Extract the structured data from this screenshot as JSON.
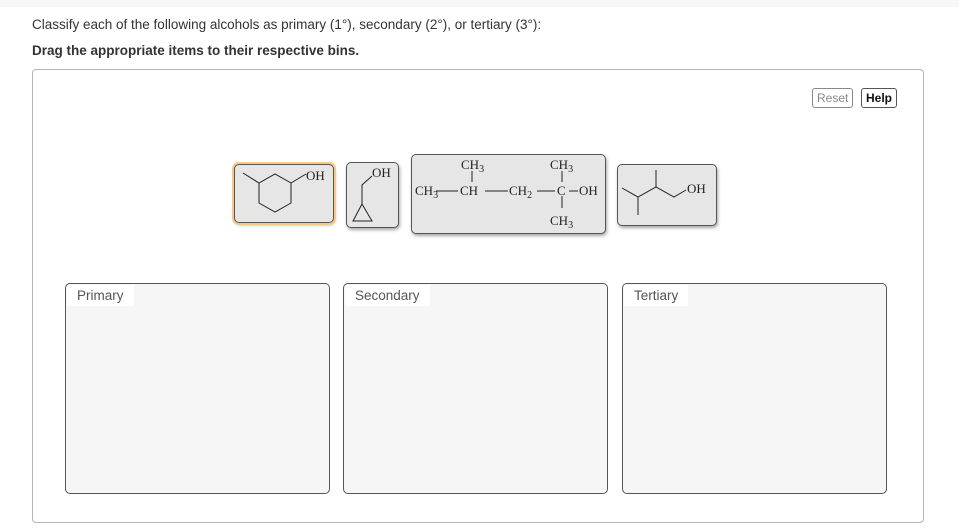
{
  "instructions": {
    "question": "Classify each of the following alcohols as primary (1°), secondary (2°), or tertiary (3°):",
    "task": "Drag the appropriate items to their respective bins."
  },
  "toolbar": {
    "reset_label": "Reset",
    "help_label": "Help"
  },
  "items": [
    {
      "name": "3-methylcyclohexanol",
      "label": "OH",
      "selected": true
    },
    {
      "name": "cyclopropylmethanol",
      "label": "OH",
      "selected": false
    },
    {
      "name": "2,4-dimethyl-2-pentanol",
      "labels": {
        "ch3_top_left": "CH3",
        "ch3_top_right": "CH3",
        "ch3_left": "CH3",
        "ch": "CH",
        "ch2": "CH2",
        "c": "C",
        "oh": "OH",
        "ch3_bottom": "CH3"
      },
      "selected": false
    },
    {
      "name": "2,3-dimethyl-1-butanol",
      "label": "OH",
      "selected": false
    }
  ],
  "bins": [
    {
      "label": "Primary"
    },
    {
      "label": "Secondary"
    },
    {
      "label": "Tertiary"
    }
  ],
  "colors": {
    "item_bg": "#e6e6e6",
    "item_border": "#555555",
    "selected_glow": "#f5c98a",
    "bin_bg": "#f6f6f6",
    "panel_border": "#b5b5b5"
  }
}
